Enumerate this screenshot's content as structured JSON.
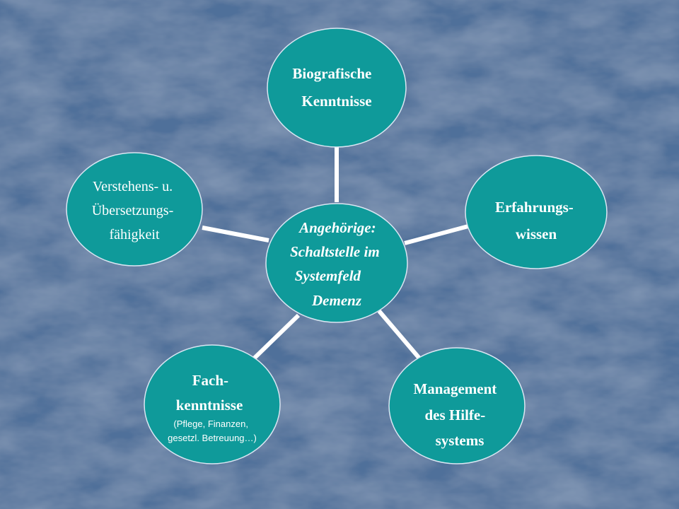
{
  "colors": {
    "background": "#4f709a",
    "node_fill": "#0f9a9a",
    "node_stroke": "#d9e6f2",
    "connector": "#ffffff",
    "text": "#ffffff"
  },
  "diagram": {
    "center": {
      "lines": [
        "Angehörige:",
        "Schaltstelle im",
        "Systemfeld",
        "Demenz"
      ]
    },
    "nodes": [
      {
        "id": "biografische",
        "lines": [
          "Biografische",
          "Kenntnisse"
        ]
      },
      {
        "id": "erfahrung",
        "lines": [
          "Erfahrungs-",
          "wissen"
        ]
      },
      {
        "id": "management",
        "lines": [
          "Management",
          "des Hilfe-",
          "systems"
        ]
      },
      {
        "id": "fach",
        "lines": [
          "Fach-",
          "kenntnisse"
        ],
        "sub_lines": [
          "(Pflege, Finanzen,",
          "gesetzl. Betreuung…)"
        ]
      },
      {
        "id": "verstehens",
        "lines": [
          "Verstehens- u.",
          "Übersetzungs-",
          "fähigkeit"
        ]
      }
    ]
  }
}
